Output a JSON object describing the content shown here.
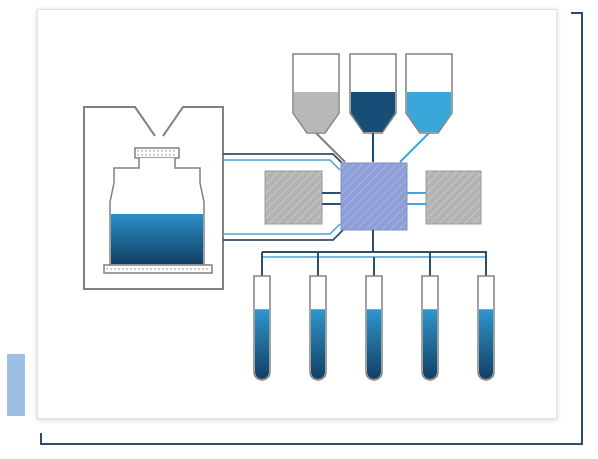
{
  "diagram": {
    "colors": {
      "outline": "#808080",
      "pipe_dark": "#2c4f70",
      "pipe_light": "#4aa3d2",
      "liquid_dark": "#174e73",
      "liquid_mid": "#2a8fc8",
      "hub_fill": "#8f9fd6",
      "module_fill": "#b5b5b5",
      "hopper_gray": "#b8b8b8",
      "hopper_navy": "#174e78",
      "hopper_blue": "#3aa7db",
      "accent": "#9dbfe3",
      "frame": "#2f4b70"
    },
    "hoppers": [
      {
        "id": "gray",
        "fill_level": 0.42
      },
      {
        "id": "navy",
        "fill_level": 0.48
      },
      {
        "id": "blue",
        "fill_level": 0.45
      }
    ],
    "reservoir_fill_level": 0.55,
    "tubes": [
      {
        "fill_level": 0.68
      },
      {
        "fill_level": 0.68
      },
      {
        "fill_level": 0.68
      },
      {
        "fill_level": 0.68
      },
      {
        "fill_level": 0.68
      }
    ]
  }
}
